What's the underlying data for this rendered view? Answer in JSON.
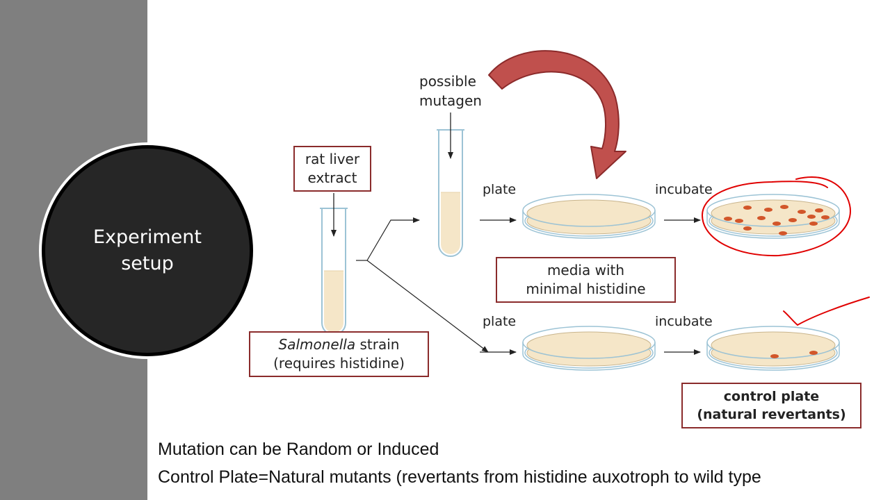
{
  "slide": {
    "title_line1": "Experiment",
    "title_line2": "setup"
  },
  "diagram": {
    "mutagen_line1": "possible",
    "mutagen_line2": "mutagen",
    "rat_liver_line1": "rat liver",
    "rat_liver_line2": "extract",
    "strain_italic": "Salmonella",
    "strain_rest": " strain",
    "strain_line2": "(requires histidine)",
    "plate_top": "plate",
    "plate_bottom": "plate",
    "incubate_top": "incubate",
    "incubate_bottom": "incubate",
    "media_line1": "media with",
    "media_line2": "minimal histidine",
    "control_line1": "control plate",
    "control_line2": "(natural revertants)"
  },
  "notes": {
    "line1": "Mutation can be Random or Induced",
    "line2": "Control Plate=Natural mutants (revertants from histidine auxotroph to wild type"
  },
  "colors": {
    "side_panel": "#7f7f7f",
    "circle_fill": "#262626",
    "box_border": "#8a2b2b",
    "curved_arrow": "#c0504d",
    "agar": "#f5e6c8",
    "colony": "#d2562a",
    "annotation_ink": "#e00000"
  }
}
